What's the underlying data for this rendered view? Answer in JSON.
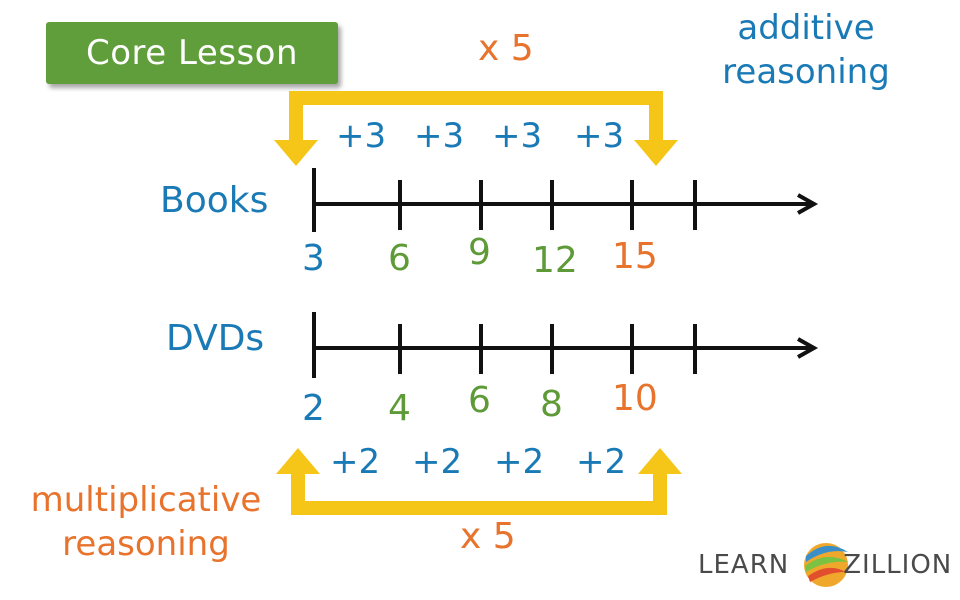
{
  "badge": {
    "label": "Core Lesson"
  },
  "top_note": {
    "line1": "additive",
    "line2": "reasoning"
  },
  "bottom_note": {
    "line1": "multiplicative",
    "line2": "reasoning"
  },
  "top_multiplier": "x 5",
  "bottom_multiplier": "x 5",
  "books": {
    "label": "Books",
    "values": [
      "3",
      "6",
      "9",
      "12",
      "15"
    ],
    "increments": [
      "+3",
      "+3",
      "+3",
      "+3"
    ]
  },
  "dvds": {
    "label": "DVDs",
    "values": [
      "2",
      "4",
      "6",
      "8",
      "10"
    ],
    "increments": [
      "+2",
      "+2",
      "+2",
      "+2"
    ]
  },
  "logo": {
    "left": "LEARN",
    "right": "ZILLION"
  },
  "colors": {
    "blue": "#1a7ab5",
    "green": "#5e9a37",
    "orange": "#e8732d",
    "yellow_arrow": "#f5c518",
    "badge_green": "#5f9e3a"
  }
}
